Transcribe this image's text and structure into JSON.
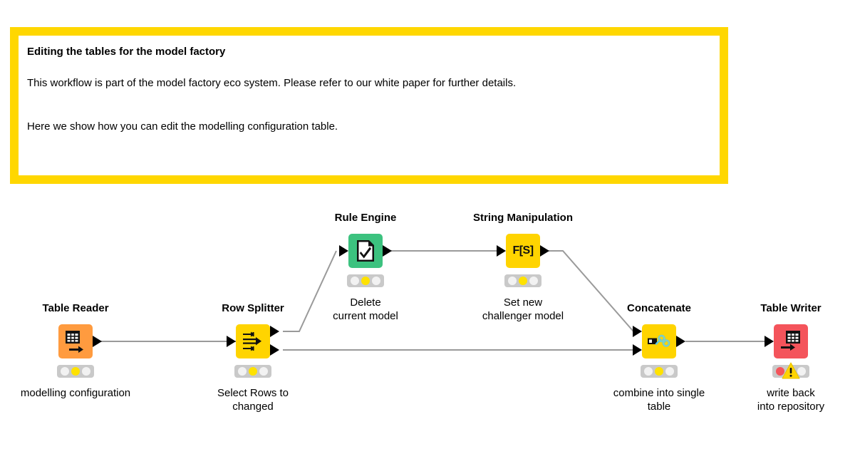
{
  "annotation": {
    "title": "Editing the tables for the model factory",
    "paragraph1": "This workflow is part of the model factory eco system. Please refer to our white paper for further details.",
    "paragraph2": "Here we show how you can edit the modelling configuration table.",
    "border_color": "#FFD700",
    "background_color": "#FFFFFF"
  },
  "workflow": {
    "nodes": [
      {
        "id": "table-reader",
        "title": "Table Reader",
        "label": "modelling configuration",
        "icon": "table-arrow-icon",
        "color": "#FF9B3F",
        "status": "yellow",
        "warning": false
      },
      {
        "id": "row-splitter",
        "title": "Row Splitter",
        "label": "Select Rows to\nchanged",
        "icon": "row-split-icon",
        "color": "#FFD400",
        "status": "yellow",
        "warning": false
      },
      {
        "id": "rule-engine",
        "title": "Rule Engine",
        "label": "Delete\ncurrent model",
        "icon": "document-check-icon",
        "color": "#3CC27F",
        "status": "yellow",
        "warning": false
      },
      {
        "id": "string-manipulation",
        "title": "String Manipulation",
        "label": "Set new\nchallenger model",
        "icon": "fs-function-icon",
        "icon_text": "F[S]",
        "color": "#FFD400",
        "status": "yellow",
        "warning": false
      },
      {
        "id": "concatenate",
        "title": "Concatenate",
        "label": "combine into single\ntable",
        "icon": "chain-link-icon",
        "color": "#FFD400",
        "status": "yellow",
        "warning": false
      },
      {
        "id": "table-writer",
        "title": "Table Writer",
        "label": "write back\ninto repository",
        "icon": "table-write-icon",
        "color": "#F4545B",
        "status": "red",
        "warning": true
      }
    ],
    "connection_color": "#9a9a9a",
    "port_color": "#000000"
  }
}
